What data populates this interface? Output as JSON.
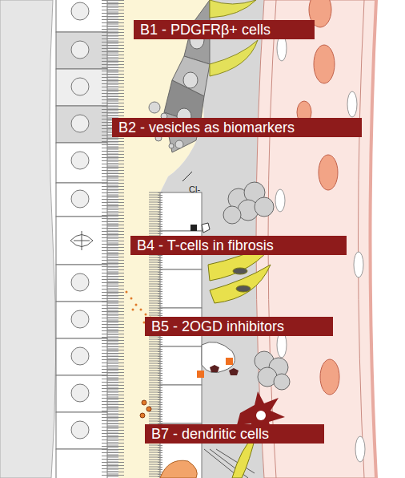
{
  "diagram": {
    "nodes": [
      {
        "text": [
          "B1 - PDGFRβ+ cells"
        ]
      },
      {
        "text": [
          "B2 - vesicles as biomarkers"
        ]
      },
      {
        "text": [
          "B4 - T-cells in fibrosis"
        ]
      },
      {
        "text": [
          "B5 - 2OGD inhibitors"
        ]
      },
      {
        "text": [
          "B7 - dendritic cells"
        ]
      }
    ],
    "labels": [
      "Cl-"
    ]
  }
}
